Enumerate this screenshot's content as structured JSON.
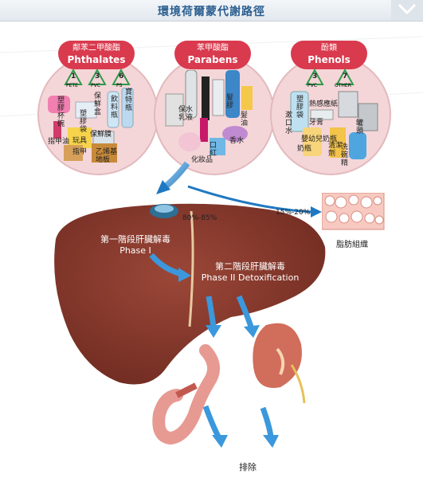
{
  "title": "環境荷爾蒙代謝路徑",
  "groups": [
    {
      "zh": "鄰苯二甲酸酯",
      "en": "Phthalates",
      "codes": [
        "1",
        "3",
        "6"
      ],
      "code_labels": [
        "PETE",
        "PVC",
        "PS"
      ],
      "items": [
        "塑膠杯碗",
        "保鮮盒",
        "飲料瓶",
        "塑膠袋",
        "寶特瓶",
        "指甲油",
        "玩具",
        "保鮮膜",
        "指甲",
        "乙烯基地板"
      ]
    },
    {
      "zh": "苯甲酸酯",
      "en": "Parabens",
      "items": [
        "保水乳液",
        "髮膠",
        "髮油",
        "香水",
        "化妝品",
        "口紅"
      ]
    },
    {
      "zh": "酚類",
      "en": "Phenols",
      "codes": [
        "3",
        "7"
      ],
      "code_labels": [
        "PVC",
        "OTHER"
      ],
      "items": [
        "塑膠袋",
        "熱感應紙",
        "漱口水",
        "牙膏",
        "奶瓶",
        "清潔劑",
        "罐頭",
        "嬰幼兒奶瓶",
        "洗碗精"
      ]
    }
  ],
  "liver": {
    "phase1": "第一階段肝臟解毒",
    "phase1_en": "Phase I",
    "phase2": "第二階段肝臟解毒",
    "phase2_en": "Phase II Detoxification"
  },
  "pct_liver": "80%-85%",
  "pct_fat": "15%-20%",
  "fat_label": "脂肪組織",
  "excrete_label": "排除",
  "colors": {
    "banner": "#d93a4e",
    "circle": "#f4d6d8",
    "liver": "#8a3a2e",
    "arrow": "#2f86c9",
    "title": "#2a5d8f"
  }
}
